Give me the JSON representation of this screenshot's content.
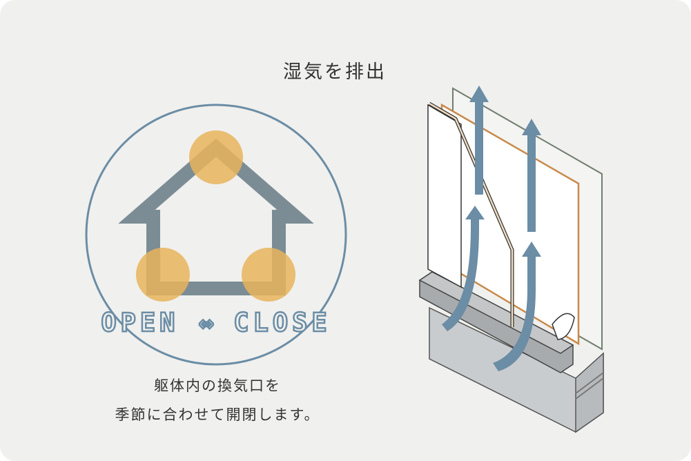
{
  "heading": "湿気を排出",
  "badge": {
    "open": "OPEN",
    "arrow": "⇔",
    "close": "CLOSE"
  },
  "caption": {
    "line1": "躯体内の換気口を",
    "line2": "季節に合わせて開閉します。"
  },
  "colors": {
    "background": "#f0f0ee",
    "circle_stroke": "#6b8da5",
    "house": "#7b8c95",
    "dot": "#e8b45c",
    "airflow": "#6b8da5",
    "foundation": "#c4c7c9"
  },
  "icons": [
    "house-icon",
    "vent-dot-icon",
    "airflow-arrow-icon"
  ]
}
